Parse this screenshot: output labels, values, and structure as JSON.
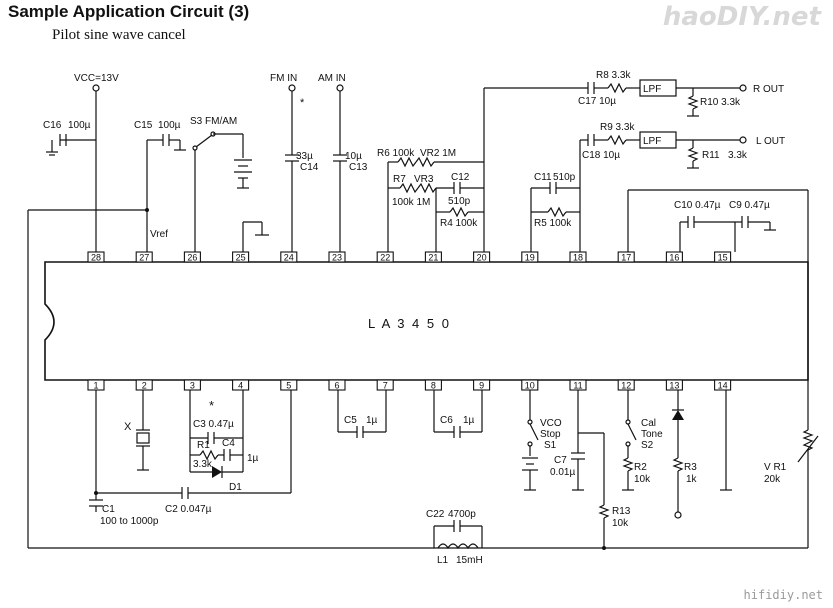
{
  "header": {
    "title": "Sample Application Circuit (3)",
    "subtitle": "Pilot sine wave cancel",
    "logo": "haoDIY.net",
    "footer": "hifidiy.net"
  },
  "ic": {
    "label": "L A 3 4 5 0",
    "top_pins": [
      "28",
      "27",
      "26",
      "25",
      "24",
      "23",
      "22",
      "21",
      "20",
      "19",
      "18",
      "17",
      "16",
      "15"
    ],
    "bottom_pins": [
      "1",
      "2",
      "3",
      "4",
      "5",
      "6",
      "7",
      "8",
      "9",
      "10",
      "11",
      "12",
      "13",
      "14"
    ]
  },
  "inputs": {
    "vcc": "VCC=13V",
    "fm_in": "FM IN",
    "am_in": "AM IN",
    "star": "*"
  },
  "outputs": {
    "r_out": "R OUT",
    "l_out": "L OUT",
    "lpf": "LPF"
  },
  "labels": {
    "c16": "C16",
    "c16_val": "100µ",
    "c15": "C15",
    "c15_val": "100µ",
    "s3": "S3 FM/AM",
    "vref": "Vref",
    "c14": "33µ",
    "c14_name": "C14",
    "c13": "10µ",
    "c13_name": "C13",
    "r6": "R6 100k",
    "vr2": "VR2 1M",
    "r7": "R7",
    "vr3": "VR3",
    "r7_val": "100k 1M",
    "c12": "C12",
    "c12_val": "510p",
    "r4": "R4 100k",
    "c11": "C11",
    "c11_val": "510p",
    "r5": "R5 100k",
    "r8": "R8 3.3k",
    "c17": "C17 10µ",
    "r10": "R10 3.3k",
    "r9": "R9 3.3k",
    "c18": "C18 10µ",
    "r11": "R11",
    "r11_val": "3.3k",
    "c10": "C10 0.47µ",
    "c9": "C9 0.47µ",
    "x": "X",
    "c3": "C3 0.47µ",
    "r1": "R1",
    "r1_val": "3.3k",
    "c4": "C4",
    "c4_val": "1µ",
    "d1": "D1",
    "c1": "C1",
    "c1_val": "100 to 1000p",
    "c2": "C2 0.047µ",
    "c5": "C5",
    "c5_val": "1µ",
    "c6": "C6",
    "c6_val": "1µ",
    "vco": "VCO",
    "stop": "Stop",
    "s1": "S1",
    "c7": "C7",
    "c7_val": "0.01µ",
    "cal": "Cal",
    "tone": "Tone",
    "s2": "S2",
    "r2": "R2",
    "r2_val": "10k",
    "r3": "R3",
    "r3_val": "1k",
    "vr1": "V R1",
    "vr1_val": "20k",
    "c22": "C22",
    "c22_val": "4700p",
    "r13": "R13",
    "r13_val": "10k",
    "l1": "L1",
    "l1_val": "15mH",
    "star3": "*"
  }
}
